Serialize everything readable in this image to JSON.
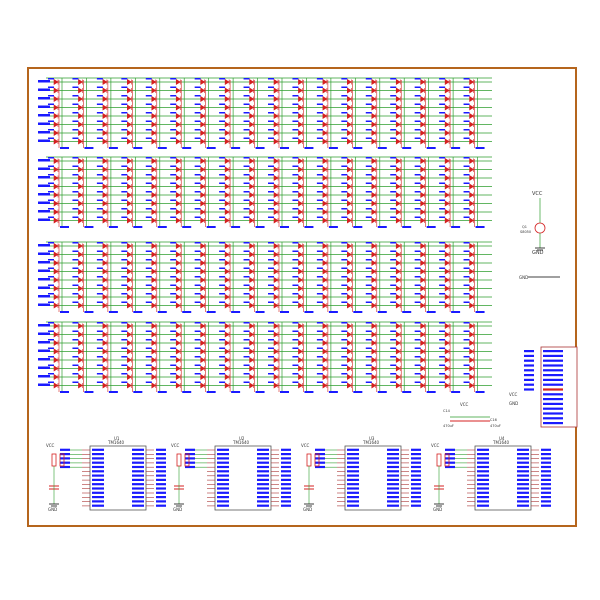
{
  "colors": {
    "frame": "#b5651d",
    "wire": "#2e9e2e",
    "component": "#d42020",
    "label": "#1a1aff",
    "text": "#333333"
  },
  "led_matrix": {
    "blocks": 4,
    "columns_per_block": 18,
    "rows_per_block": 8
  },
  "chips": [
    {
      "ref": "U1",
      "value": "TM1640"
    },
    {
      "ref": "U2",
      "value": "TM1640"
    },
    {
      "ref": "U3",
      "value": "TM1640"
    },
    {
      "ref": "U4",
      "value": "TM1640"
    }
  ],
  "power": {
    "vcc": "VCC",
    "gnd": "GND"
  },
  "capacitors": [
    {
      "ref": "C14",
      "value": "470uF"
    },
    {
      "ref": "C16",
      "value": "470uF"
    }
  ],
  "transistor": {
    "ref": "Q1",
    "value": "S8050"
  }
}
